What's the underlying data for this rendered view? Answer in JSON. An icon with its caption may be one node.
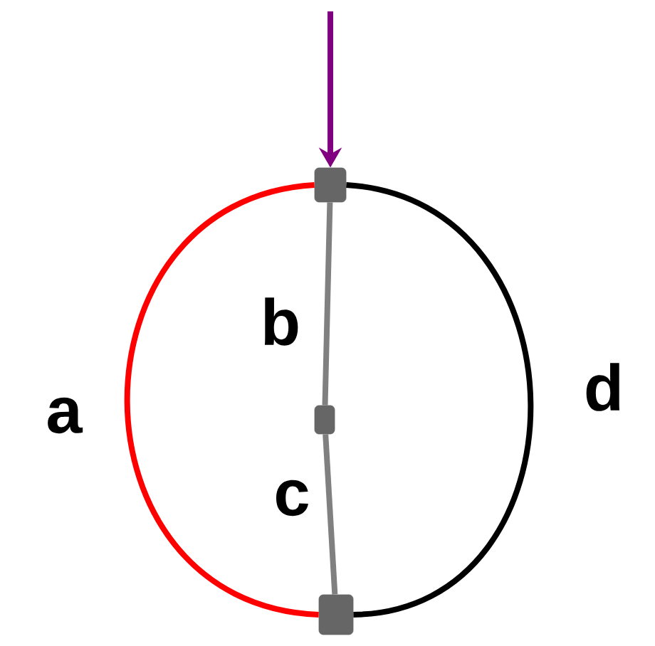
{
  "diagram": {
    "nodes": [
      {
        "text": [],
        "shape": "box"
      },
      {
        "text": [],
        "shape": "box"
      },
      {
        "text": [],
        "shape": "box"
      }
    ],
    "edges": [
      {
        "from": 0,
        "to": 2,
        "arrow": "none",
        "label": "a",
        "color": "#ff0000"
      },
      {
        "from": 0,
        "to": 1,
        "arrow": "none",
        "label": "b",
        "color": "#808080"
      },
      {
        "from": 1,
        "to": 2,
        "arrow": "none",
        "label": "c",
        "color": "#808080"
      },
      {
        "from": 0,
        "to": 2,
        "arrow": "none",
        "label": "d",
        "color": "#000000"
      },
      {
        "from": null,
        "to": 0,
        "arrow": "to",
        "color": "#800080"
      }
    ]
  }
}
